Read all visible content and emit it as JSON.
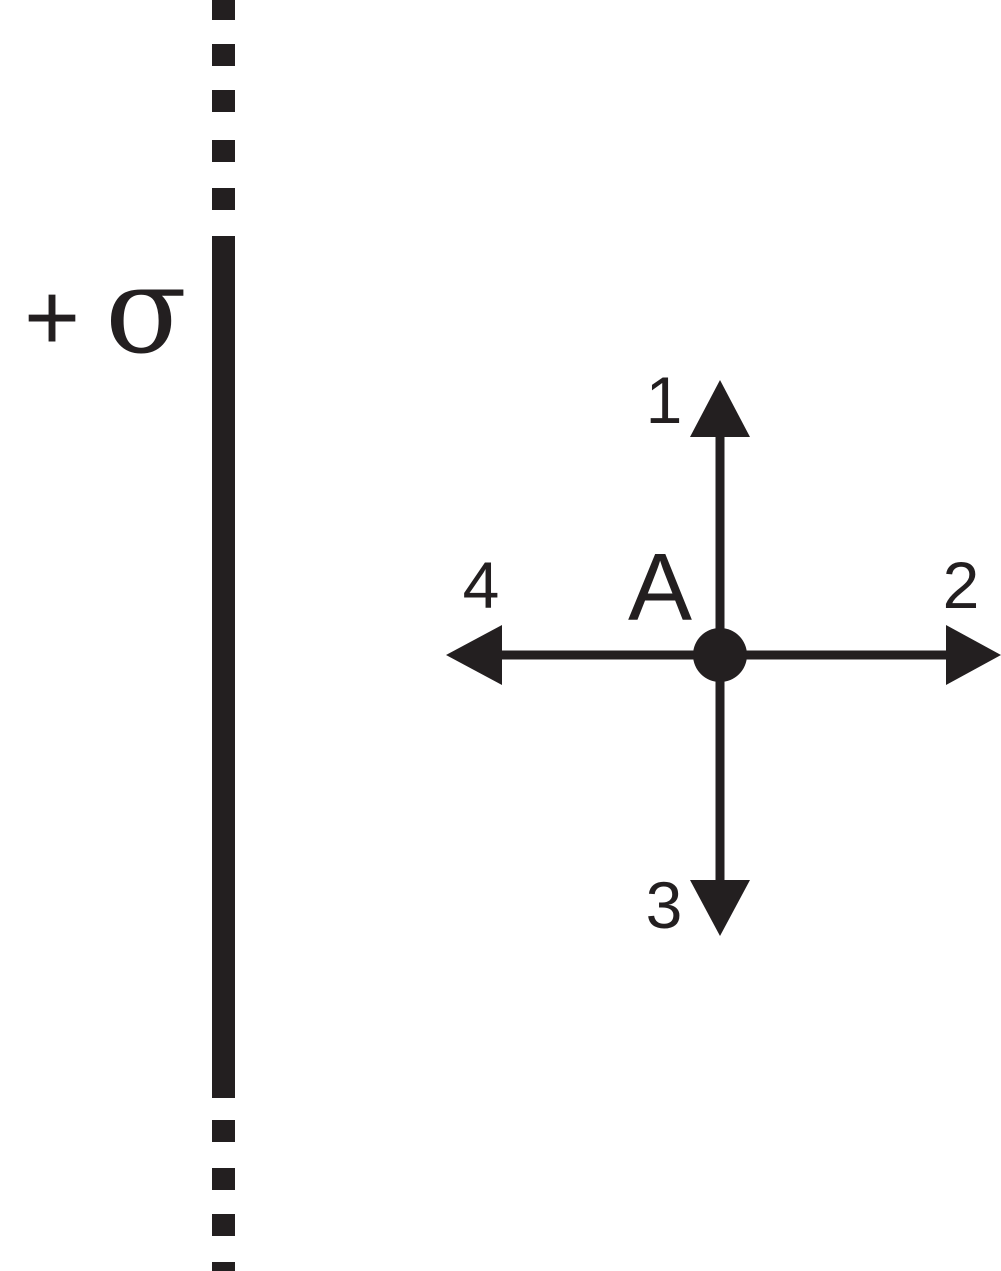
{
  "plane": {
    "charge_sign": "+",
    "charge_symbol": "σ"
  },
  "point": {
    "label": "A"
  },
  "directions": [
    {
      "label": "1",
      "direction": "up"
    },
    {
      "label": "2",
      "direction": "right"
    },
    {
      "label": "3",
      "direction": "down"
    },
    {
      "label": "4",
      "direction": "left"
    }
  ],
  "colors": {
    "ink": "#231f20",
    "background": "#ffffff"
  }
}
